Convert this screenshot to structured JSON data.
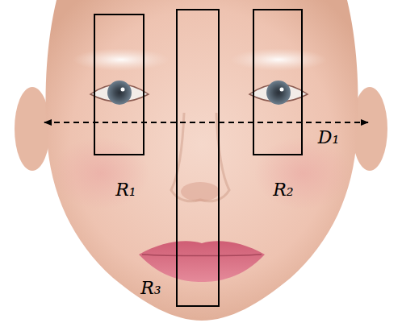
{
  "diagram": {
    "labels": [
      "R₁",
      "R₂",
      "R₃",
      "D₁"
    ]
  }
}
